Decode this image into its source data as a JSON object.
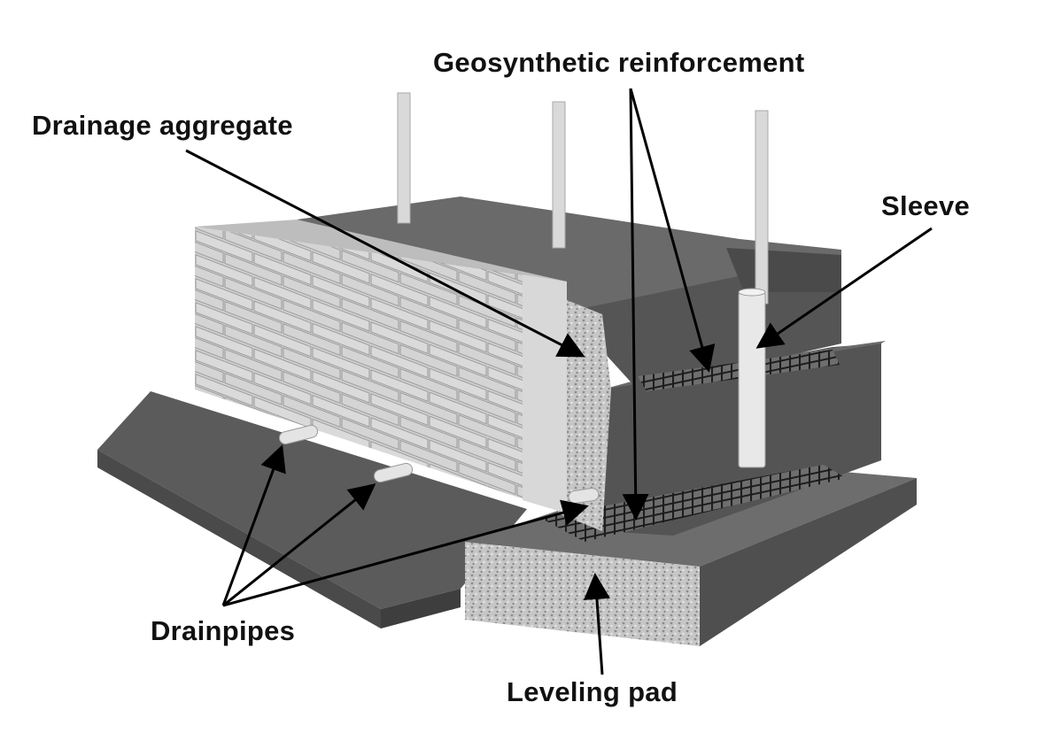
{
  "diagram": {
    "labels": {
      "geosynthetic_reinforcement": "Geosynthetic reinforcement",
      "drainage_aggregate": "Drainage aggregate",
      "sleeve": "Sleeve",
      "drainpipes": "Drainpipes",
      "leveling_pad": "Leveling pad"
    },
    "colors": {
      "background": "#ffffff",
      "label_text": "#111111",
      "arrow": "#000000",
      "fill_top": "#6a6a6a",
      "fill_dark": "#4a4a4a",
      "block_face": "#cfcfcf",
      "aggregate": "#bdbdbd",
      "pipe": "#e4e4e4",
      "grid": "#202020"
    }
  }
}
